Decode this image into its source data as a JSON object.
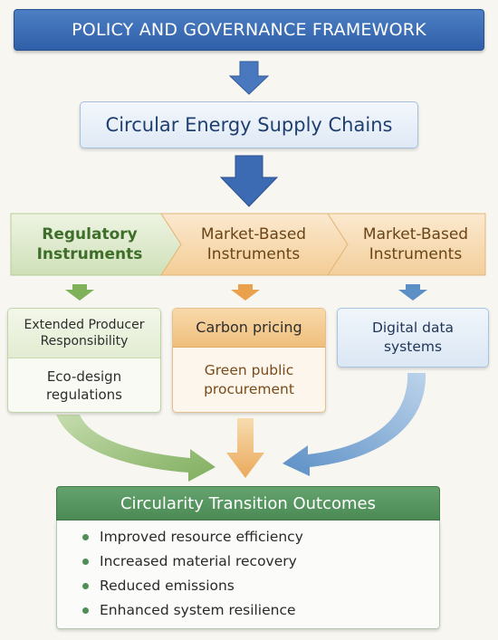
{
  "framework_title": "POLICY AND GOVERNANCE FRAMEWORK",
  "supply_chain_label": "Circular Energy Supply Chains",
  "instruments": [
    {
      "line1": "Regulatory",
      "line2": "Instruments",
      "color": "#6fa04a"
    },
    {
      "line1": "Market-Based",
      "line2": "Instruments",
      "color": "#e39a45"
    },
    {
      "line1": "Market-Based",
      "line2": "Instruments",
      "color": "#5b8fc6"
    }
  ],
  "mechanisms": {
    "regulatory": {
      "head": "Extended Producer Responsibility",
      "body": "Eco-design regulations"
    },
    "market": {
      "head": "Carbon pricing",
      "body": "Green public procurement"
    },
    "digital": {
      "head": "Digital data systems"
    }
  },
  "outcomes": {
    "title": "Circularity Transition Outcomes",
    "items": [
      "Improved resource efficiency",
      "Increased material recovery",
      "Reduced emissions",
      "Enhanced system resilience"
    ]
  },
  "colors": {
    "blue_dark": "#2e5fa8",
    "green": "#6fa04a",
    "orange": "#e39a45",
    "blue_light": "#5b8fc6"
  }
}
